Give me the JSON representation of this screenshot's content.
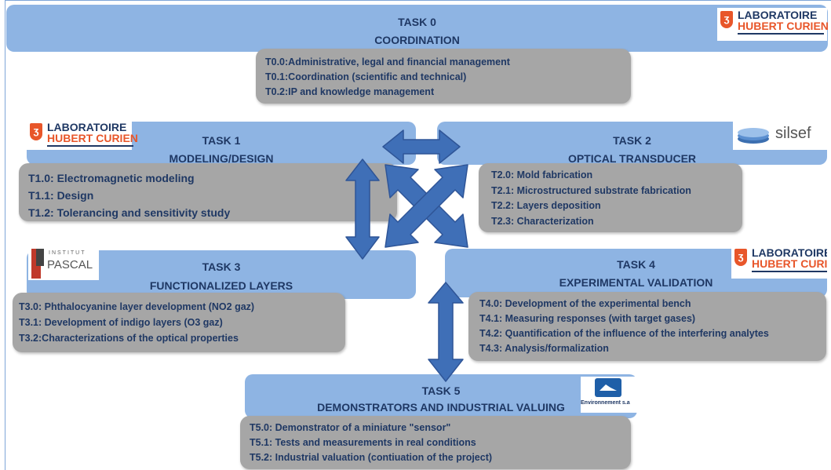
{
  "colors": {
    "band": "#8eb4e3",
    "box": "#a6a6a6",
    "text": "#1f3864",
    "arrow": "#3f6fb7",
    "accent": "#e8562a"
  },
  "logos": {
    "lhc_line1": "LABORATOIRE",
    "lhc_line2": "HUBERT CURIEN",
    "silsef": "silsef",
    "pascal": "PASCAL",
    "pascal_top": "INSTITUT",
    "env": "Environnement s.a"
  },
  "tasks": [
    {
      "title": "TASK 0",
      "subtitle": "COORDINATION",
      "items": [
        "T0.0:Administrative, legal and financial management",
        "T0.1:Coordination (scientific and technical)",
        "T0.2:IP and knowledge management"
      ]
    },
    {
      "title": "TASK 1",
      "subtitle": "MODELING/DESIGN",
      "items": [
        "T1.0: Electromagnetic modeling",
        "T1.1: Design",
        "T1.2: Tolerancing and sensitivity study"
      ]
    },
    {
      "title": "TASK 2",
      "subtitle": "OPTICAL TRANSDUCER",
      "items": [
        "T2.0: Mold fabrication",
        "T2.1: Microstructured substrate fabrication",
        "T2.2: Layers deposition",
        "T2.3: Characterization"
      ]
    },
    {
      "title": "TASK 3",
      "subtitle": "FUNCTIONALIZED LAYERS",
      "items": [
        "T3.0: Phthalocyanine layer development (NO2 gaz)",
        "T3.1: Development of indigo layers (O3 gaz)",
        "T3.2:Characterizations of the optical properties"
      ]
    },
    {
      "title": "TASK 4",
      "subtitle": "EXPERIMENTAL VALIDATION",
      "items": [
        "T4.0: Development of the experimental bench",
        "T4.1: Measuring responses (with target gases)",
        "T4.2: Quantification of the influence of the interfering analytes",
        "T4.3: Analysis/formalization"
      ]
    },
    {
      "title": "TASK 5",
      "subtitle": "DEMONSTRATORS AND INDUSTRIAL VALUING",
      "items": [
        "T5.0: Demonstrator of a miniature \"sensor\"",
        "T5.1: Tests and measurements in real conditions",
        "T5.2: Industrial valuation (contiuation of the project)"
      ]
    }
  ]
}
